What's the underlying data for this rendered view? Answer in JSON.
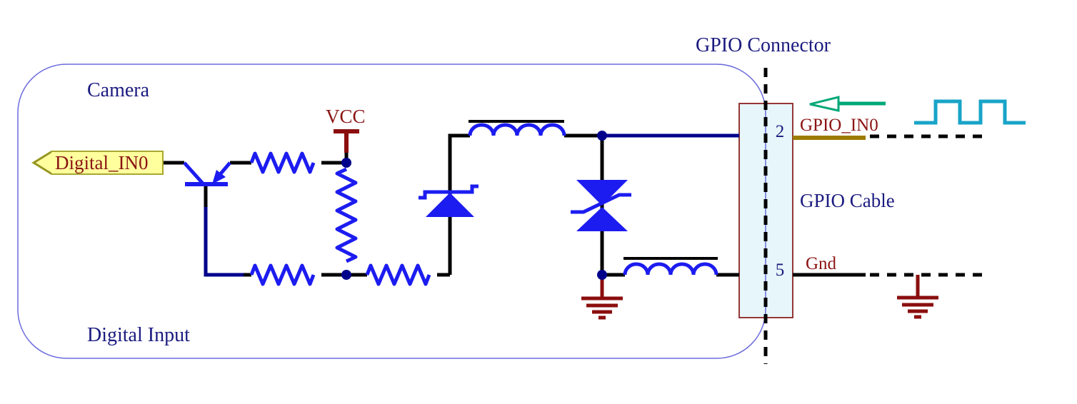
{
  "camera_block": {
    "title": "Camera",
    "subtitle": "Digital Input"
  },
  "port": {
    "label": "Digital_IN0"
  },
  "power_rail": {
    "label": "VCC"
  },
  "connector": {
    "title": "GPIO Connector",
    "pins": [
      {
        "number": "2",
        "signal": "GPIO_IN0"
      },
      {
        "number": "5",
        "signal": "Gnd"
      }
    ]
  },
  "cable": {
    "label": "GPIO Cable"
  },
  "symbols": [
    "pnp-transistor-icon",
    "resistor-icon",
    "pullup-resistor-icon",
    "zener-diode-icon",
    "tvs-diode-icon",
    "ferrite-bead-inductor-icon",
    "ground-icon",
    "signal-direction-arrow-icon",
    "square-wave-icon"
  ],
  "colors": {
    "component_blue": "#1c1cf0",
    "wire_black": "#000000",
    "wire_navy": "#00008b",
    "symbol_dark_red": "#8b0e0e",
    "text_navy": "#1b1b80",
    "text_dark_red": "#8b1414",
    "connector_fill": "#e6f6fa",
    "connector_border": "#8b2222",
    "port_fill": "#ffff9e",
    "port_border": "#a8a830",
    "gpio_wire_olive": "#9c7c00",
    "arrow_green": "#00a878",
    "waveform_cyan": "#18a4c8",
    "camera_outline": "#6b6bdd"
  }
}
